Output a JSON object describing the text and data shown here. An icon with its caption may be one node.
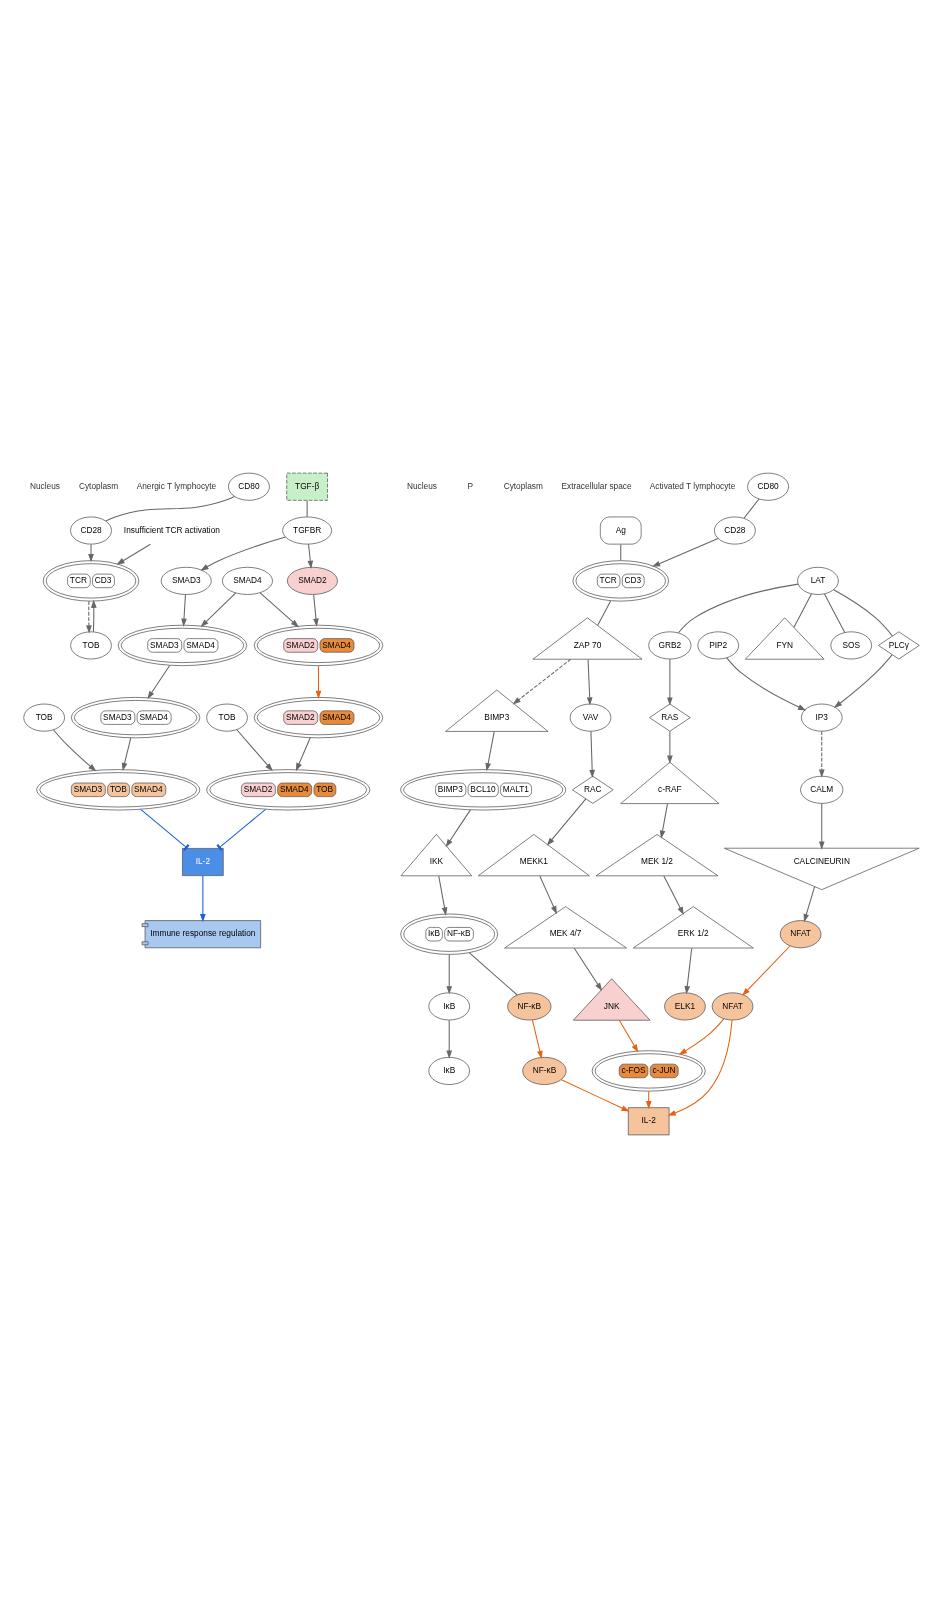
{
  "diagram": {
    "nodes": [
      {
        "text": [
          "TGF-β"
        ]
      },
      {
        "text": [
          "TGFBR"
        ]
      },
      {
        "text": [
          "SMAD2"
        ]
      },
      {
        "text": [
          "SMAD3"
        ]
      },
      {
        "text": [
          "SMAD4"
        ]
      },
      {
        "text": [
          "SMAD2",
          "SMAD4"
        ]
      },
      {
        "text": [
          "SMAD3",
          "SMAD4"
        ]
      },
      {
        "text": [
          "CD80"
        ]
      },
      {
        "text": [
          "CD28"
        ]
      },
      {
        "text": [
          "TCR",
          "CD3"
        ]
      },
      {
        "text": [
          "Insufficient TCR activation"
        ]
      },
      {
        "text": [
          "SMAD2",
          "SMAD4"
        ]
      },
      {
        "text": [
          "SMAD3",
          "SMAD4"
        ]
      },
      {
        "text": [
          "TOB"
        ]
      },
      {
        "text": [
          "TOB"
        ]
      },
      {
        "text": [
          "TOB"
        ]
      },
      {
        "text": [
          "SMAD2",
          "SMAD4",
          "TOB"
        ]
      },
      {
        "text": [
          "SMAD3",
          "TOB",
          "SMAD4"
        ]
      },
      {
        "text": [
          "IL-2"
        ]
      },
      {
        "text": [
          "Immune response regulation"
        ]
      },
      {
        "text": [
          "CD80"
        ]
      },
      {
        "text": [
          "CD28"
        ]
      },
      {
        "text": [
          "Ag"
        ]
      },
      {
        "text": [
          "TCR",
          "CD3"
        ]
      },
      {
        "text": [
          "LAT"
        ]
      },
      {
        "text": [
          "ZAP 70"
        ]
      },
      {
        "text": [
          "FYN"
        ]
      },
      {
        "text": [
          "SOS"
        ]
      },
      {
        "text": [
          "GRB2"
        ]
      },
      {
        "text": [
          "PLCγ"
        ]
      },
      {
        "text": [
          "RAS"
        ]
      },
      {
        "text": [
          "PIP2"
        ]
      },
      {
        "text": [
          "IP3"
        ]
      },
      {
        "text": [
          "CALM"
        ]
      },
      {
        "text": [
          "CALCINEURIN"
        ]
      },
      {
        "text": [
          "NFAT"
        ]
      },
      {
        "text": [
          "c-RAF"
        ]
      },
      {
        "text": [
          "MEK 1/2"
        ]
      },
      {
        "text": [
          "ERK 1/2"
        ]
      },
      {
        "text": [
          "BIMP3"
        ]
      },
      {
        "text": [
          "BIMP3",
          "BCL10",
          "MALT1"
        ]
      },
      {
        "text": [
          "IKK"
        ]
      },
      {
        "text": [
          "IκB",
          "NF-κB"
        ]
      },
      {
        "text": [
          "NF-κB"
        ]
      },
      {
        "text": [
          "IκB"
        ]
      },
      {
        "text": [
          "IκB"
        ]
      },
      {
        "text": [
          "VAV"
        ]
      },
      {
        "text": [
          "RAC"
        ]
      },
      {
        "text": [
          "MEKK1"
        ]
      },
      {
        "text": [
          "MEK 4/7"
        ]
      },
      {
        "text": [
          "JNK"
        ]
      },
      {
        "text": [
          "ELK1"
        ]
      },
      {
        "text": [
          "NFAT"
        ]
      },
      {
        "text": [
          "NF-κB"
        ]
      },
      {
        "text": [
          "c-FOS",
          "c-JUN"
        ]
      },
      {
        "text": [
          "IL-2"
        ]
      }
    ],
    "edges": [
      {
        "from": 0,
        "to": 1,
        "arrow": "none"
      },
      {
        "from": 1,
        "to": 2,
        "arrow": "to"
      },
      {
        "from": 1,
        "to": 3,
        "arrow": "to"
      },
      {
        "from": 2,
        "to": 5,
        "arrow": "to"
      },
      {
        "from": 4,
        "to": 5,
        "arrow": "to"
      },
      {
        "from": 3,
        "to": 6,
        "arrow": "to"
      },
      {
        "from": 4,
        "to": 6,
        "arrow": "to"
      },
      {
        "from": 5,
        "to": 11,
        "arrow": "to",
        "color": "#e8600f"
      },
      {
        "from": 6,
        "to": 12,
        "arrow": "to"
      },
      {
        "from": 7,
        "to": 8,
        "arrow": "none"
      },
      {
        "from": 8,
        "to": 9,
        "arrow": "to"
      },
      {
        "from": 13,
        "to": 9,
        "arrow": "to"
      },
      {
        "from": 9,
        "to": 13,
        "arrow": "to",
        "style": "dashed"
      },
      {
        "from": 10,
        "to": 9,
        "arrow": "to"
      },
      {
        "from": 11,
        "to": 16,
        "arrow": "to"
      },
      {
        "from": 14,
        "to": 16,
        "arrow": "to"
      },
      {
        "from": 12,
        "to": 17,
        "arrow": "to"
      },
      {
        "from": 15,
        "to": 17,
        "arrow": "to"
      },
      {
        "from": 16,
        "to": 18,
        "arrow": "other",
        "color": "#1a5fe0"
      },
      {
        "from": 17,
        "to": 18,
        "arrow": "other",
        "color": "#1a5fe0"
      },
      {
        "from": 18,
        "to": 19,
        "arrow": "to",
        "color": "#1a5fe0"
      },
      {
        "from": 20,
        "to": 21,
        "arrow": "none"
      },
      {
        "from": 22,
        "to": 23,
        "arrow": "none"
      },
      {
        "from": 21,
        "to": 23,
        "arrow": "to"
      },
      {
        "from": 23,
        "to": 25,
        "arrow": "none"
      },
      {
        "from": 24,
        "to": 26,
        "arrow": "none"
      },
      {
        "from": 24,
        "to": 27,
        "arrow": "none"
      },
      {
        "from": 24,
        "to": 28,
        "arrow": "none"
      },
      {
        "from": 24,
        "to": 29,
        "arrow": "none"
      },
      {
        "from": 28,
        "to": 30,
        "arrow": "to"
      },
      {
        "from": 30,
        "to": 36,
        "arrow": "to"
      },
      {
        "from": 36,
        "to": 37,
        "arrow": "to"
      },
      {
        "from": 37,
        "to": 38,
        "arrow": "to"
      },
      {
        "from": 38,
        "to": 51,
        "arrow": "to"
      },
      {
        "from": 31,
        "to": 32,
        "arrow": "to"
      },
      {
        "from": 29,
        "to": 32,
        "arrow": "to"
      },
      {
        "from": 32,
        "to": 33,
        "arrow": "to",
        "style": "dashed"
      },
      {
        "from": 33,
        "to": 34,
        "arrow": "to"
      },
      {
        "from": 34,
        "to": 35,
        "arrow": "to"
      },
      {
        "from": 35,
        "to": 52,
        "arrow": "to",
        "color": "#e8600f"
      },
      {
        "from": 25,
        "to": 39,
        "arrow": "to",
        "style": "dashed"
      },
      {
        "from": 39,
        "to": 40,
        "arrow": "to"
      },
      {
        "from": 40,
        "to": 41,
        "arrow": "to"
      },
      {
        "from": 41,
        "to": 42,
        "arrow": "to"
      },
      {
        "from": 42,
        "to": 43,
        "arrow": "none"
      },
      {
        "from": 42,
        "to": 44,
        "arrow": "to"
      },
      {
        "from": 44,
        "to": 45,
        "arrow": "to"
      },
      {
        "from": 43,
        "to": 53,
        "arrow": "to",
        "color": "#e8600f"
      },
      {
        "from": 25,
        "to": 46,
        "arrow": "to"
      },
      {
        "from": 46,
        "to": 47,
        "arrow": "to"
      },
      {
        "from": 47,
        "to": 48,
        "arrow": "to"
      },
      {
        "from": 48,
        "to": 49,
        "arrow": "to"
      },
      {
        "from": 49,
        "to": 50,
        "arrow": "to"
      },
      {
        "from": 50,
        "to": 54,
        "arrow": "to",
        "color": "#e8600f"
      },
      {
        "from": 52,
        "to": 54,
        "arrow": "to",
        "color": "#e8600f"
      },
      {
        "from": 52,
        "to": 55,
        "arrow": "to",
        "color": "#e8600f"
      },
      {
        "from": 53,
        "to": 55,
        "arrow": "to",
        "color": "#e8600f"
      },
      {
        "from": 54,
        "to": 55,
        "arrow": "to",
        "color": "#e8600f"
      }
    ],
    "labels": [
      "Anergic T lymphocyte",
      "Cytoplasm",
      "Nucleus",
      "Activated T lymphocyte",
      "Extracellular space",
      "Cytoplasm",
      "P",
      "Nucleus"
    ]
  }
}
